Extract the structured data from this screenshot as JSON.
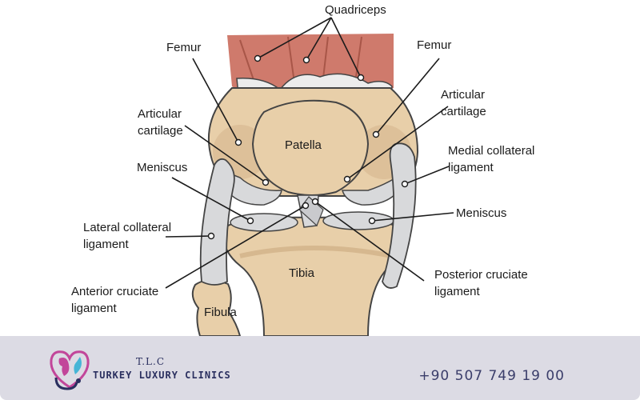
{
  "labels": {
    "quadriceps": "Quadriceps",
    "femur_left": "Femur",
    "femur_right": "Femur",
    "articular_left_1": "Articular",
    "articular_left_2": "cartilage",
    "articular_right_1": "Articular",
    "articular_right_2": "cartilage",
    "patella": "Patella",
    "meniscus_left": "Meniscus",
    "meniscus_right": "Meniscus",
    "medial_1": "Medial collateral",
    "medial_2": "ligament",
    "lateral_1": "Lateral collateral",
    "lateral_2": "ligament",
    "tibia": "Tibia",
    "anterior_1": "Anterior cruciate",
    "anterior_2": "ligament",
    "posterior_1": "Posterior cruciate",
    "posterior_2": "ligament",
    "fibula": "Fibula"
  },
  "footer": {
    "brand_abbr": "T.L.C",
    "brand_name": "TURKEY LUXURY CLINICS",
    "phone": "+90 507 749 19 00"
  },
  "colors": {
    "bone": "#e8cfa9",
    "bone_shade": "#cfae85",
    "muscle": "#cf7a6c",
    "cartilage": "#d8d9db",
    "footer_bg": "#dcdbe4",
    "brand_navy": "#2a2f5f"
  }
}
